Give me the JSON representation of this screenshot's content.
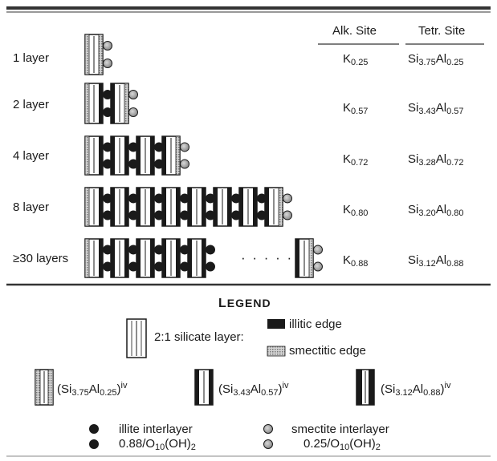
{
  "columns": {
    "alk": "Alk. Site",
    "tetr": "Tetr. Site"
  },
  "rows": [
    {
      "label": "1 layer",
      "layers": 1,
      "alk_el": "K",
      "alk_sub": "0.25",
      "si_sub": "3.75",
      "al_sub": "0.25",
      "edge": "smectitic"
    },
    {
      "label": "2 layer",
      "layers": 2,
      "alk_el": "K",
      "alk_sub": "0.57",
      "si_sub": "3.43",
      "al_sub": "0.57",
      "edge": "illitic"
    },
    {
      "label": "4 layer",
      "layers": 4,
      "alk_el": "K",
      "alk_sub": "0.72",
      "si_sub": "3.28",
      "al_sub": "0.72",
      "edge": "illitic"
    },
    {
      "label": "8 layer",
      "layers": 8,
      "alk_el": "K",
      "alk_sub": "0.80",
      "si_sub": "3.20",
      "al_sub": "0.80",
      "edge": "smectitic"
    },
    {
      "label": "≥30 layers",
      "layers": 30,
      "alk_el": "K",
      "alk_sub": "0.88",
      "si_sub": "3.12",
      "al_sub": "0.88",
      "edge": "illitic"
    }
  ],
  "ellipsis": "· · · · ·",
  "legend": {
    "title_first": "L",
    "title_rest": "EGEND",
    "silicate_label": "2:1 silicate layer:",
    "illitic_edge": "illitic edge",
    "smectitic_edge": "smectitic edge",
    "compositions": [
      {
        "si_sub": "3.75",
        "al_sub": "0.25",
        "sup": "iv"
      },
      {
        "si_sub": "3.43",
        "al_sub": "0.57",
        "sup": "iv"
      },
      {
        "si_sub": "3.12",
        "al_sub": "0.88",
        "sup": "iv"
      }
    ],
    "illite_interlayer": "illite interlayer",
    "illite_charge": "0.88/O",
    "illite_charge_o_sub": "10",
    "illite_charge_tail": "(OH)",
    "illite_charge_tail_sub": "2",
    "smectite_interlayer": "smectite interlayer",
    "smectite_charge": "0.25/O",
    "smectite_charge_o_sub": "10",
    "smectite_charge_tail": "(OH)",
    "smectite_charge_tail_sub": "2"
  },
  "colors": {
    "illitic": "#1a1a1a",
    "smectitic": "#9a9a9a",
    "interlayer_smectite": "#a8a8a8"
  }
}
